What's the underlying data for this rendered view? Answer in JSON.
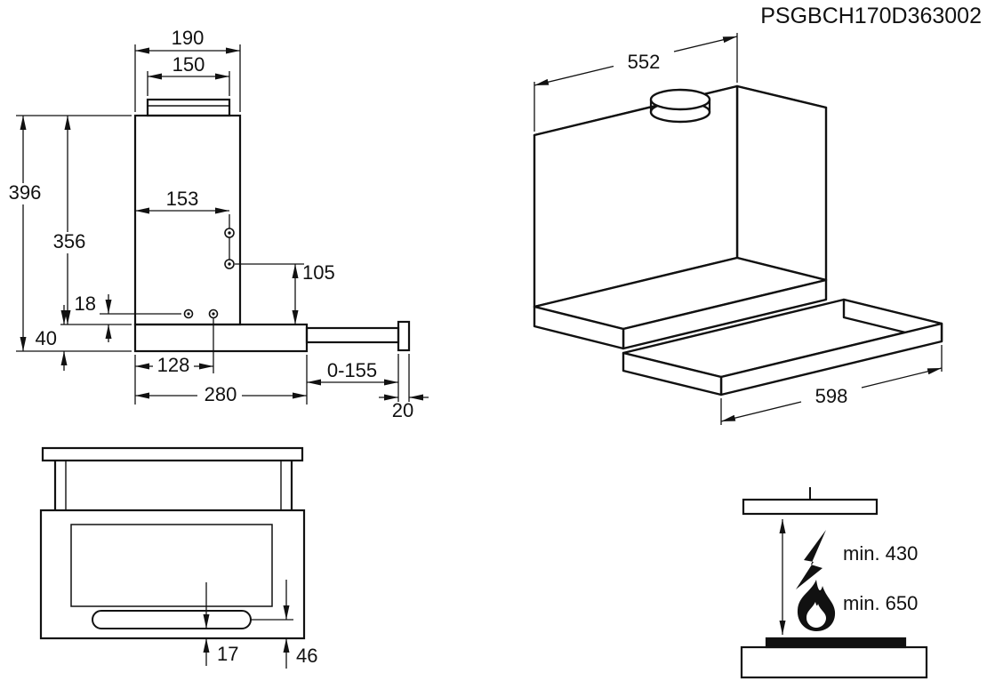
{
  "header": {
    "drawing_code": "PSGBCH170D363002"
  },
  "side_view": {
    "dims": {
      "top_width": "190",
      "duct_width": "150",
      "total_height": "396",
      "body_height": "356",
      "upper_holes_offset": "153",
      "upper_hole_to_base": "105",
      "lower_holes_height": "18",
      "base_height": "40",
      "lower_holes_offset": "128",
      "base_depth": "280",
      "pullout_travel": "0-155",
      "front_panel_thickness": "20"
    }
  },
  "perspective_view": {
    "dims": {
      "housing_width": "552",
      "visor_width": "598"
    }
  },
  "front_view": {
    "dims": {
      "handle_to_bottom": "17",
      "band_height": "46"
    }
  },
  "clearance_view": {
    "electric_min_label": "min. 430",
    "gas_min_label": "min. 650"
  },
  "icons": {
    "lightning-icon": "electric-hob-min-clearance",
    "flame-icon": "gas-hob-min-clearance"
  }
}
